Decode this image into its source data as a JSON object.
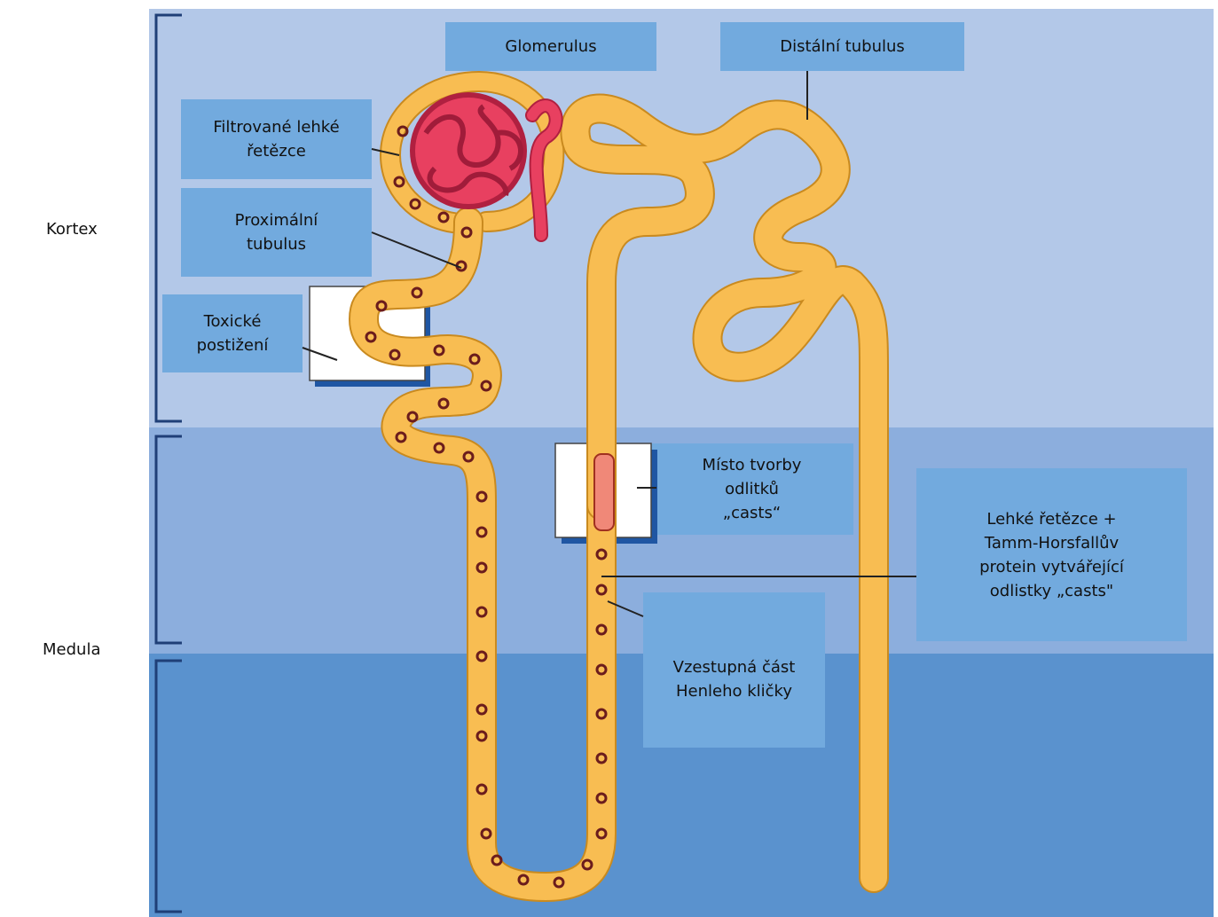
{
  "zones": {
    "cortex": "Kortex",
    "medulla": "Medula"
  },
  "labels": {
    "glomerulus": "Glomerulus",
    "distal_tubule": "Distální tubulus",
    "filtered_light_chains": "Filtrované lehké\nřetězce",
    "proximal_tubule": "Proximální\ntubulus",
    "toxic_damage": "Toxické\npostižení",
    "cast_formation_site": "Místo tvorby\nodlitků\n„casts“",
    "light_chains_thp_casts": "Lehké řetězce +\nTamm-Horsfallův\nprotein vytvářející\nodlistky „casts\"",
    "ascending_limb": "Vzestupná část\nHenleho kličky"
  },
  "colors": {
    "cortex_bg": "#b3c8e8",
    "outer_medulla_bg": "#8caedd",
    "inner_medulla_bg": "#5a92ce",
    "label_box": "#72aade",
    "tubule": "#f8bd52",
    "tubule_outline": "#c98a1f",
    "cell_ring": "#6b1c1c",
    "glomerulus": "#e84060",
    "cast": "#f08878"
  }
}
